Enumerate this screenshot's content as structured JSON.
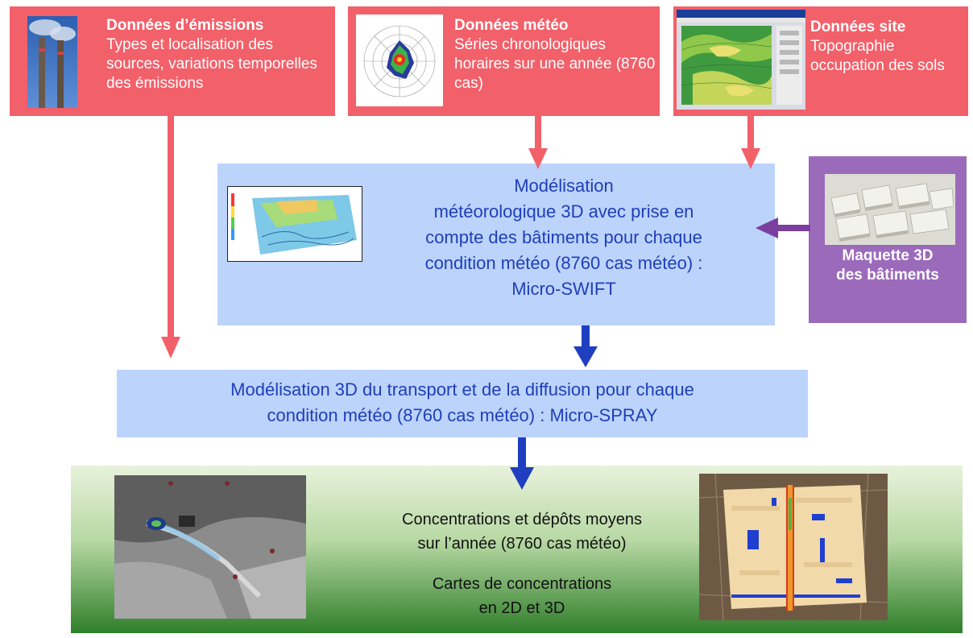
{
  "emissions": {
    "title": "Données d’émissions",
    "text": "Types et localisation des sources, variations temporelles des émissions"
  },
  "meteo": {
    "title": "Données météo",
    "text": "Séries chronologiques horaires sur une année (8760 cas)"
  },
  "site": {
    "title": "Données site",
    "text": "Topographie occupation des sols"
  },
  "swift": {
    "lines": [
      "Modélisation",
      "météorologique  3D avec prise en",
      "compte des bâtiments pour chaque",
      "condition météo (8760 cas météo) :",
      "Micro-SWIFT"
    ]
  },
  "maquette": {
    "lines": [
      "Maquette 3D",
      "des bâtiments"
    ]
  },
  "spray": {
    "lines": [
      "Modélisation 3D du transport et de la diffusion pour chaque",
      "condition météo (8760 cas météo) : Micro-SPRAY"
    ]
  },
  "results": {
    "concentrations": [
      "Concentrations et dépôts moyens",
      "sur l’année (8760 cas météo)"
    ],
    "cartes": [
      "Cartes de concentrations",
      "en 2D et  3D"
    ]
  },
  "colors": {
    "red_box": "#f2606a",
    "blue_box": "#bcd3fb",
    "purple_box": "#9b6abb",
    "red_arrow": "#f2606a",
    "blue_arrow": "#1f3fc0",
    "purple_arrow": "#7b3fa0",
    "blue_text": "#1f3fb8"
  }
}
